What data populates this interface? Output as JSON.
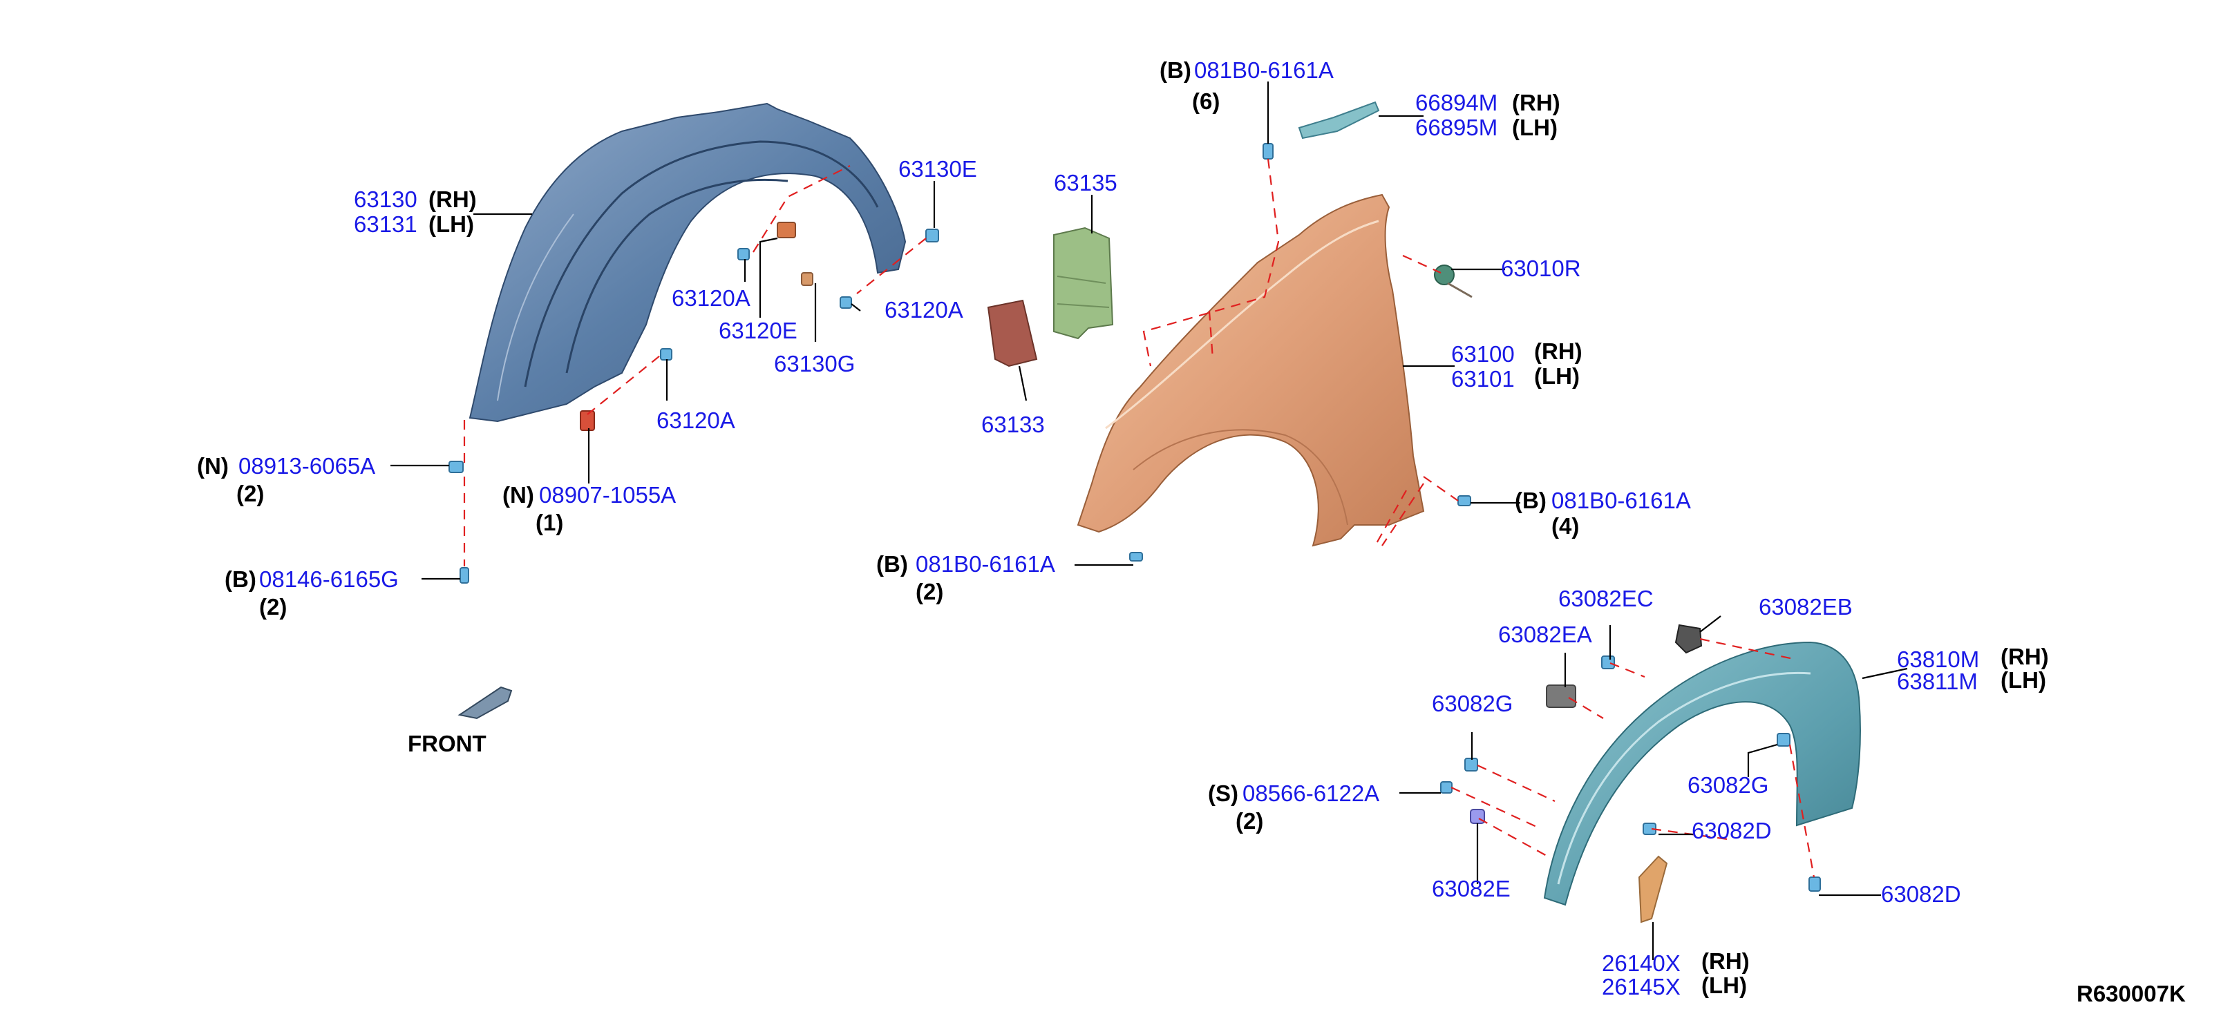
{
  "labels": {
    "p63130": "63130",
    "p63130_side": "(RH)",
    "p63131": "63131",
    "p63131_side": "(LH)",
    "p63130E": "63130E",
    "p63120A_1": "63120A",
    "p63120A_2": "63120A",
    "p63120A_3": "63120A",
    "p63120E": "63120E",
    "p63130G": "63130G",
    "p08913_prefix": "(N)",
    "p08913": "08913-6065A",
    "p08913_qty": "(2)",
    "p08907_prefix": "(N)",
    "p08907": "08907-1055A",
    "p08907_qty": "(1)",
    "p08146_prefix": "(B)",
    "p08146": "08146-6165G",
    "p08146_qty": "(2)",
    "front": "FRONT",
    "p63135": "63135",
    "p63133": "63133",
    "p081B0_top_prefix": "(B)",
    "p081B0_top": "081B0-6161A",
    "p081B0_top_qty": "(6)",
    "p66894M": "66894M",
    "p66894M_side": "(RH)",
    "p66895M": "66895M",
    "p66895M_side": "(LH)",
    "p63010R": "63010R",
    "p63100": "63100",
    "p63100_side": "(RH)",
    "p63101": "63101",
    "p63101_side": "(LH)",
    "p081B0_right_prefix": "(B)",
    "p081B0_right": "081B0-6161A",
    "p081B0_right_qty": "(4)",
    "p081B0_low_prefix": "(B)",
    "p081B0_low": "081B0-6161A",
    "p081B0_low_qty": "(2)",
    "p63082EC": "63082EC",
    "p63082EB": "63082EB",
    "p63082EA": "63082EA",
    "p63810M": "63810M",
    "p63810M_side": "(RH)",
    "p63811M": "63811M",
    "p63811M_side": "(LH)",
    "p63082G_1": "63082G",
    "p63082G_2": "63082G",
    "p08566_prefix": "(S)",
    "p08566": "08566-6122A",
    "p08566_qty": "(2)",
    "p63082D_1": "63082D",
    "p63082D_2": "63082D",
    "p63082E": "63082E",
    "p26140X": "26140X",
    "p26140X_side": "(RH)",
    "p26145X": "26145X",
    "p26145X_side": "(LH)",
    "figure_code": "R630007K"
  },
  "colors": {
    "part_number": "#1a1ae6",
    "leader": "#000000",
    "dashed_line": "#e02020",
    "liner": "#5c7fa8",
    "fender": "#e0a07a",
    "overfender": "#5d9fae",
    "insulator": "#9cbf86",
    "seal": "#a85a4e",
    "clip": "#6ab7e3"
  }
}
